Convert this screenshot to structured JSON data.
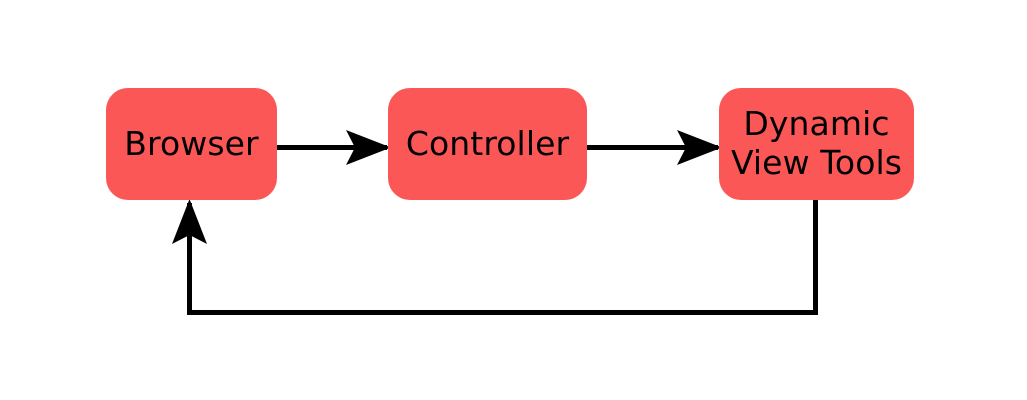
{
  "diagram": {
    "title": "Browser Controller Dynamic View Tools flow",
    "background_color": "#ffffff",
    "node_fill_color": "#FC5757",
    "node_text_color": "#000000",
    "edge_color": "#000000",
    "nodes": [
      {
        "id": "browser",
        "label": "Browser"
      },
      {
        "id": "controller",
        "label": "Controller"
      },
      {
        "id": "dynamic",
        "label": "Dynamic\nView Tools"
      }
    ],
    "edges": [
      {
        "id": "browser-to-controller",
        "from": "Browser",
        "to": "Controller",
        "style": "straight-arrow",
        "direction": "right"
      },
      {
        "id": "controller-to-dynamic",
        "from": "Controller",
        "to": "Dynamic View Tools",
        "style": "straight-arrow",
        "direction": "right"
      },
      {
        "id": "dynamic-to-browser-feedback",
        "from": "Dynamic View Tools",
        "to": "Browser",
        "style": "orthogonal-feedback-arrow",
        "direction": "up"
      }
    ]
  }
}
